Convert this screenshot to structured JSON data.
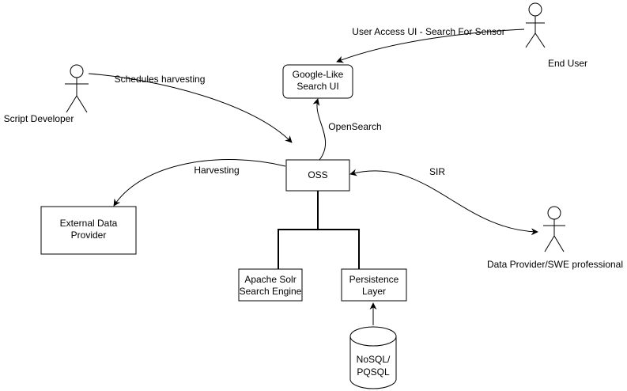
{
  "nodes": {
    "search_ui": [
      "Google-Like",
      "Search UI"
    ],
    "oss": [
      "OSS"
    ],
    "external_provider": [
      "External Data",
      "Provider"
    ],
    "solr": [
      "Apache Solr",
      "Search Engine"
    ],
    "persistence": [
      "Persistence",
      "Layer"
    ],
    "database": [
      "NoSQL/",
      "PQSQL"
    ]
  },
  "actors": {
    "end_user": "End User",
    "script_developer": "Script Developer",
    "data_provider": "Data Provider/SWE professional"
  },
  "edge_labels": {
    "user_access": "User Access UI - Search For Sensor",
    "schedules": "Schedules harvesting",
    "opensearch": "OpenSearch",
    "harvesting": "Harvesting",
    "sir": "SIR"
  }
}
